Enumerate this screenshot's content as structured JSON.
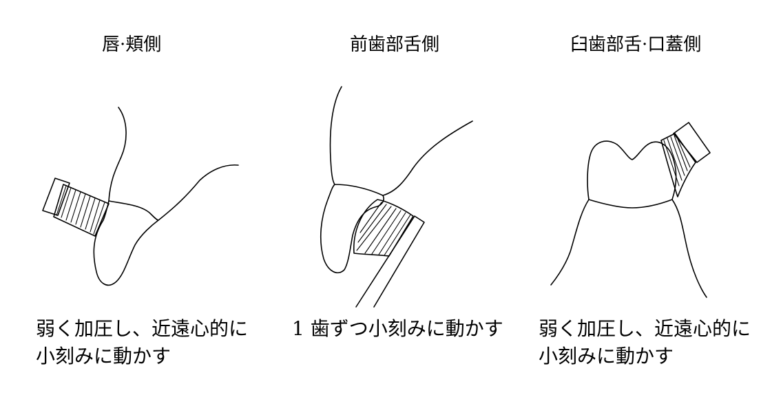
{
  "panels": [
    {
      "title": "唇·頬側",
      "caption_lines": [
        "弱く加圧し、近遠心的に",
        "小刻みに動かす"
      ]
    },
    {
      "title": "前歯部舌側",
      "caption_lines": [
        "1 歯ずつ小刻みに動かす"
      ]
    },
    {
      "title": "臼歯部舌·口蓋側",
      "caption_lines": [
        "弱く加圧し、近遠心的に",
        "小刻みに動かす"
      ]
    }
  ],
  "colors": {
    "line": "#000000",
    "background": "#ffffff"
  }
}
